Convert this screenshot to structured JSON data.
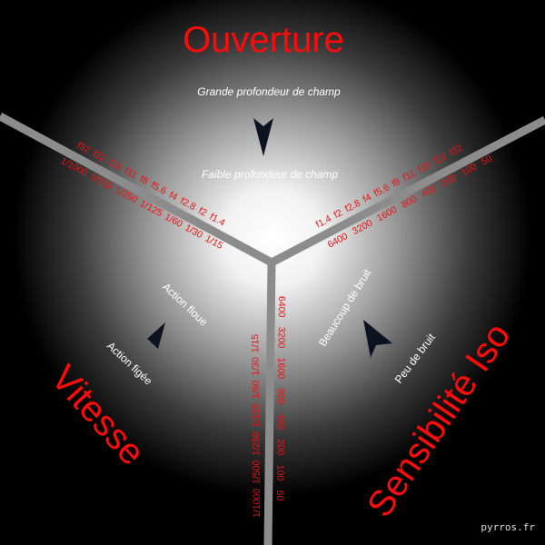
{
  "titles": {
    "aperture": "Ouverture",
    "speed": "Vitesse",
    "iso": "Sensibilité Iso"
  },
  "aperture": {
    "top_text": "Grande profondeur de champ",
    "bottom_text": "Faible profondeur de champ",
    "left_scale": [
      "f32",
      "f22",
      "f16",
      "f11",
      "f8",
      "f5.6",
      "f4",
      "f2.8",
      "f2",
      "f1.4"
    ],
    "right_scale": [
      "f1.4",
      "f2",
      "f2.8",
      "f4",
      "f5.6",
      "f8",
      "f11",
      "f16",
      "f22",
      "f32"
    ]
  },
  "speed": {
    "left_scale": [
      "1/1000",
      "1/500",
      "1/250",
      "1/125",
      "1/60",
      "1/30",
      "1/15"
    ],
    "bottom_scale": [
      "1/1000",
      "1/500",
      "1/250",
      "1/125",
      "1/60",
      "1/30",
      "1/15"
    ],
    "inner_text": "Action floue",
    "outer_text": "Action figée"
  },
  "iso": {
    "right_scale": [
      "6400",
      "3200",
      "1600",
      "800",
      "400",
      "200",
      "100",
      "50"
    ],
    "bottom_scale": [
      "6400",
      "3200",
      "1600",
      "800",
      "400",
      "200",
      "100",
      "50"
    ],
    "inner_text": "Beaucoup de bruit",
    "outer_text": "Peu de bruit"
  },
  "credit": "pyrros.fr",
  "colors": {
    "accent": "#ff0a0a",
    "scale_text": "#ee1111",
    "axis": "#8c8c8c",
    "arrow": "#0c1220",
    "glow": "#ffffff",
    "background": "#000000"
  }
}
